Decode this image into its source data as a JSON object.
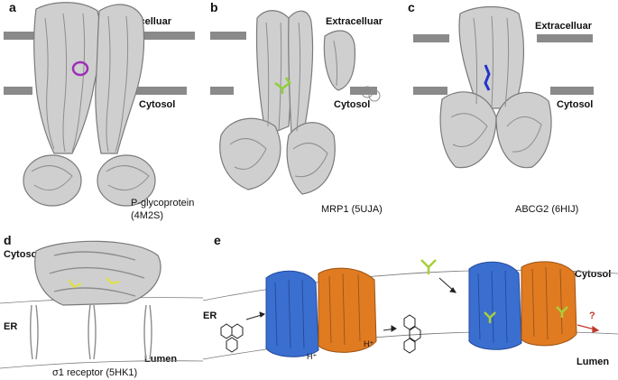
{
  "panels": {
    "a": {
      "label": "a",
      "extracellular": "Extracelluar",
      "cytosol": "Cytosol",
      "caption": "P-glycoprotein\n(4M2S)",
      "ligand_color": "#9b30b8"
    },
    "b": {
      "label": "b",
      "extracellular": "Extracelluar",
      "cytosol": "Cytosol",
      "caption": "MRP1 (5UJA)",
      "ligand_color": "#8fcf3a"
    },
    "c": {
      "label": "c",
      "extracellular": "Extracelluar",
      "cytosol": "Cytosol",
      "caption": "ABCG2 (6HIJ)",
      "ligand_color": "#2233cc"
    },
    "d": {
      "label": "d",
      "cytosol": "Cytosol",
      "er": "ER",
      "lumen": "Lumen",
      "caption": "σ1 receptor (5HK1)",
      "ligand_color": "#e2e23a"
    },
    "e": {
      "label": "e",
      "cytosol": "Cytosol",
      "er": "ER",
      "lumen": "Lumen",
      "question_mark": "?",
      "h_plus_1": "H⁺",
      "h_plus_2": "H⁺",
      "colors": {
        "domain_1": "#3a6fd0",
        "domain_2": "#e07b22",
        "ligand": "#a8cf3a",
        "arrow_red": "#c0392b"
      }
    }
  },
  "colors": {
    "membrane_bar": "#8a8a8a",
    "protein_gray": "#bdbdbd",
    "protein_edge": "#7a7a7a"
  }
}
